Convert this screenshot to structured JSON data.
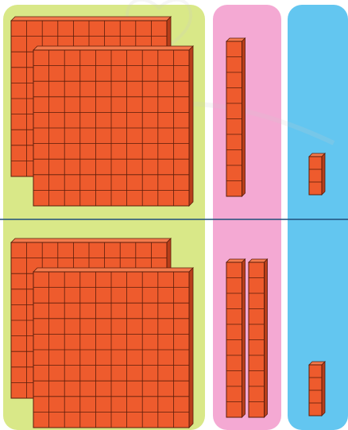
{
  "colors": {
    "hundreds_column": "#d9e888",
    "tens_column": "#f4a9d3",
    "ones_column": "#63c6f0",
    "block_fill": "#ee5b2d",
    "block_top": "#f47a4c",
    "block_side": "#b83e1a",
    "grid_line": "#5a1d0a",
    "divider": "#1f4f7a",
    "watermark": "#cccccc"
  },
  "rows": [
    {
      "hundreds": 2,
      "tens": 1,
      "ones": 3
    },
    {
      "hundreds": 2,
      "tens": 2,
      "ones": 4
    }
  ],
  "watermark_present": true
}
